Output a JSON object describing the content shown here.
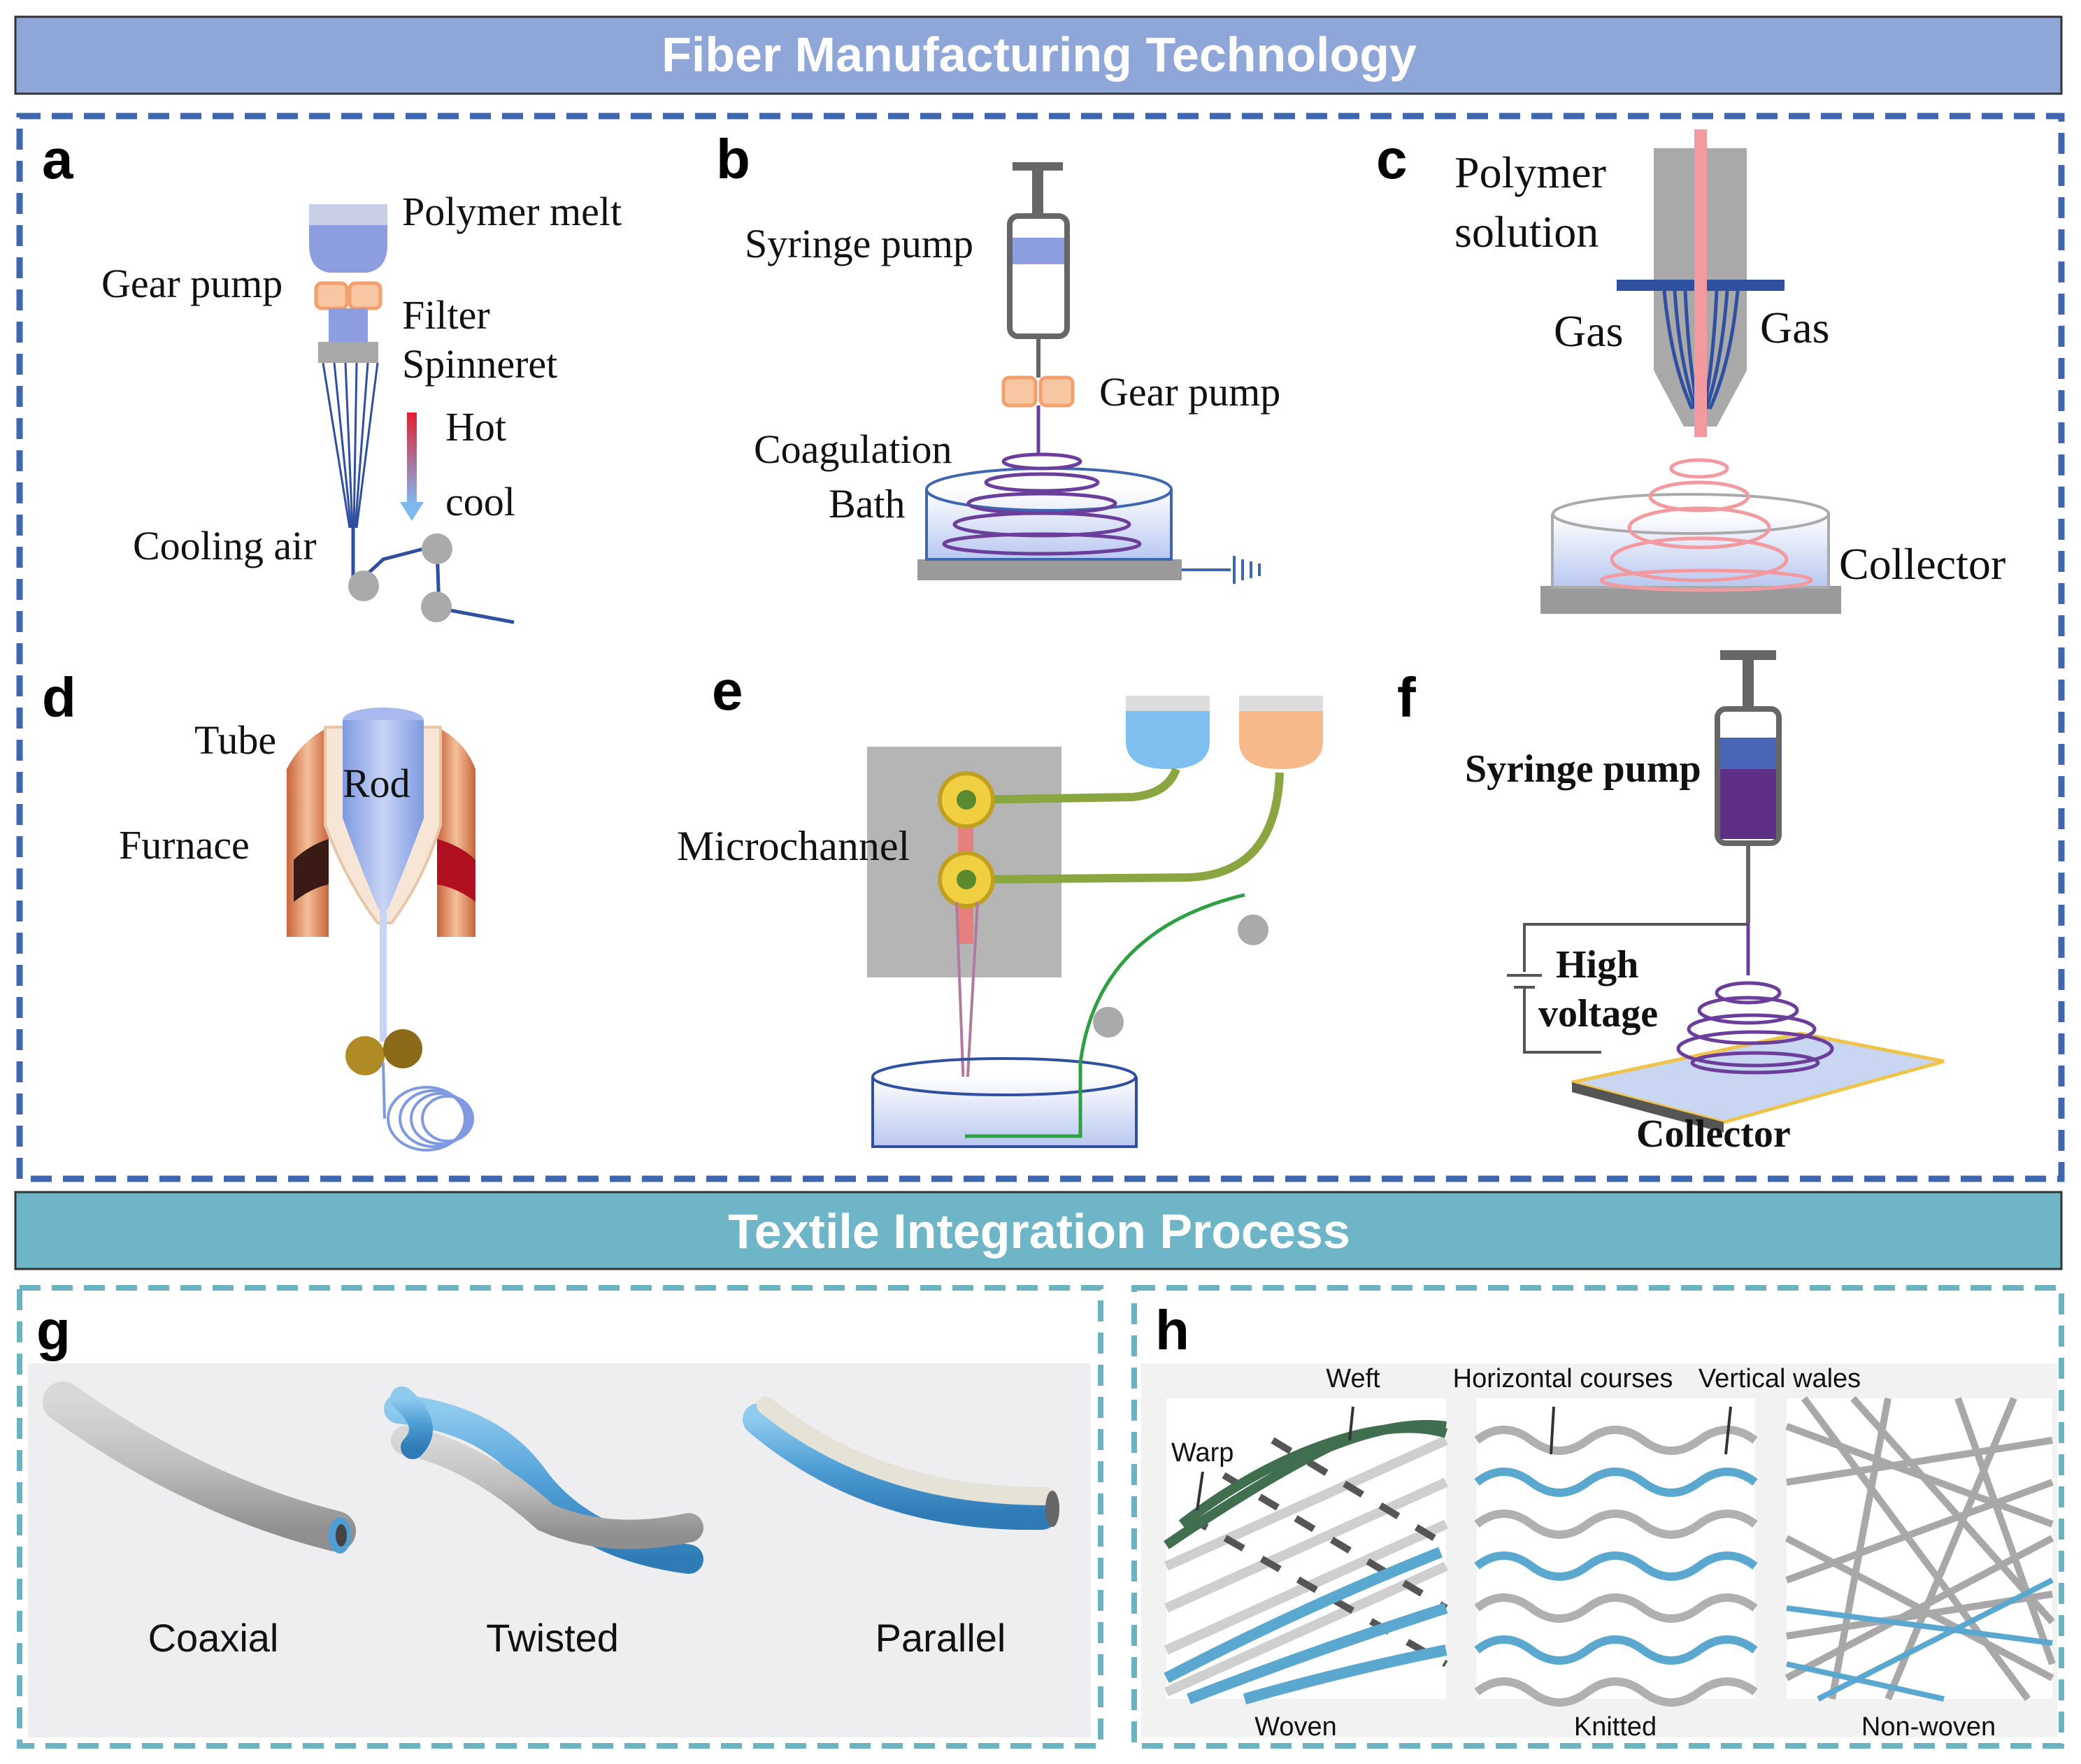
{
  "headers": {
    "fiber": "Fiber Manufacturing Technology",
    "textile": "Textile Integration Process"
  },
  "panel_letters": {
    "a": "a",
    "b": "b",
    "c": "c",
    "d": "d",
    "e": "e",
    "f": "f",
    "g": "g",
    "h": "h"
  },
  "panel_a": {
    "polymer_melt": "Polymer melt",
    "gear_pump": "Gear pump",
    "filter": "Filter",
    "spinneret": "Spinneret",
    "hot": "Hot",
    "cool": "cool",
    "cooling_air": "Cooling air"
  },
  "panel_b": {
    "syringe_pump": "Syringe pump",
    "gear_pump": "Gear pump",
    "coagulation": "Coagulation",
    "bath": "Bath"
  },
  "panel_c": {
    "polymer": "Polymer",
    "solution": "solution",
    "gas_left": "Gas",
    "gas_right": "Gas",
    "collector": "Collector"
  },
  "panel_d": {
    "tube": "Tube",
    "rod": "Rod",
    "furnace": "Furnace"
  },
  "panel_e": {
    "microchannel": "Microchannel"
  },
  "panel_f": {
    "syringe_pump": "Syringe pump",
    "high": "High",
    "voltage": "voltage",
    "collector": "Collector"
  },
  "panel_g": {
    "coaxial": "Coaxial",
    "twisted": "Twisted",
    "parallel": "Parallel"
  },
  "panel_h": {
    "weft": "Weft",
    "warp": "Warp",
    "horizontal_courses": "Horizontal courses",
    "vertical_wales": "Vertical wales",
    "woven": "Woven",
    "knitted": "Knitted",
    "non_woven": "Non-woven"
  },
  "colors": {
    "header_fiber": "#8fa6d8",
    "header_textile": "#6db5c7",
    "frame_fiber": "#3f67b0",
    "frame_textile": "#6bb2c2",
    "fiber_blue": "#2f4fa0",
    "polymer_blue": "#8d9ee0",
    "pump_orange": "#f3a06c",
    "purple": "#6a3e9a",
    "pink": "#f29aa0",
    "light_blue": "#6fb6dc"
  }
}
